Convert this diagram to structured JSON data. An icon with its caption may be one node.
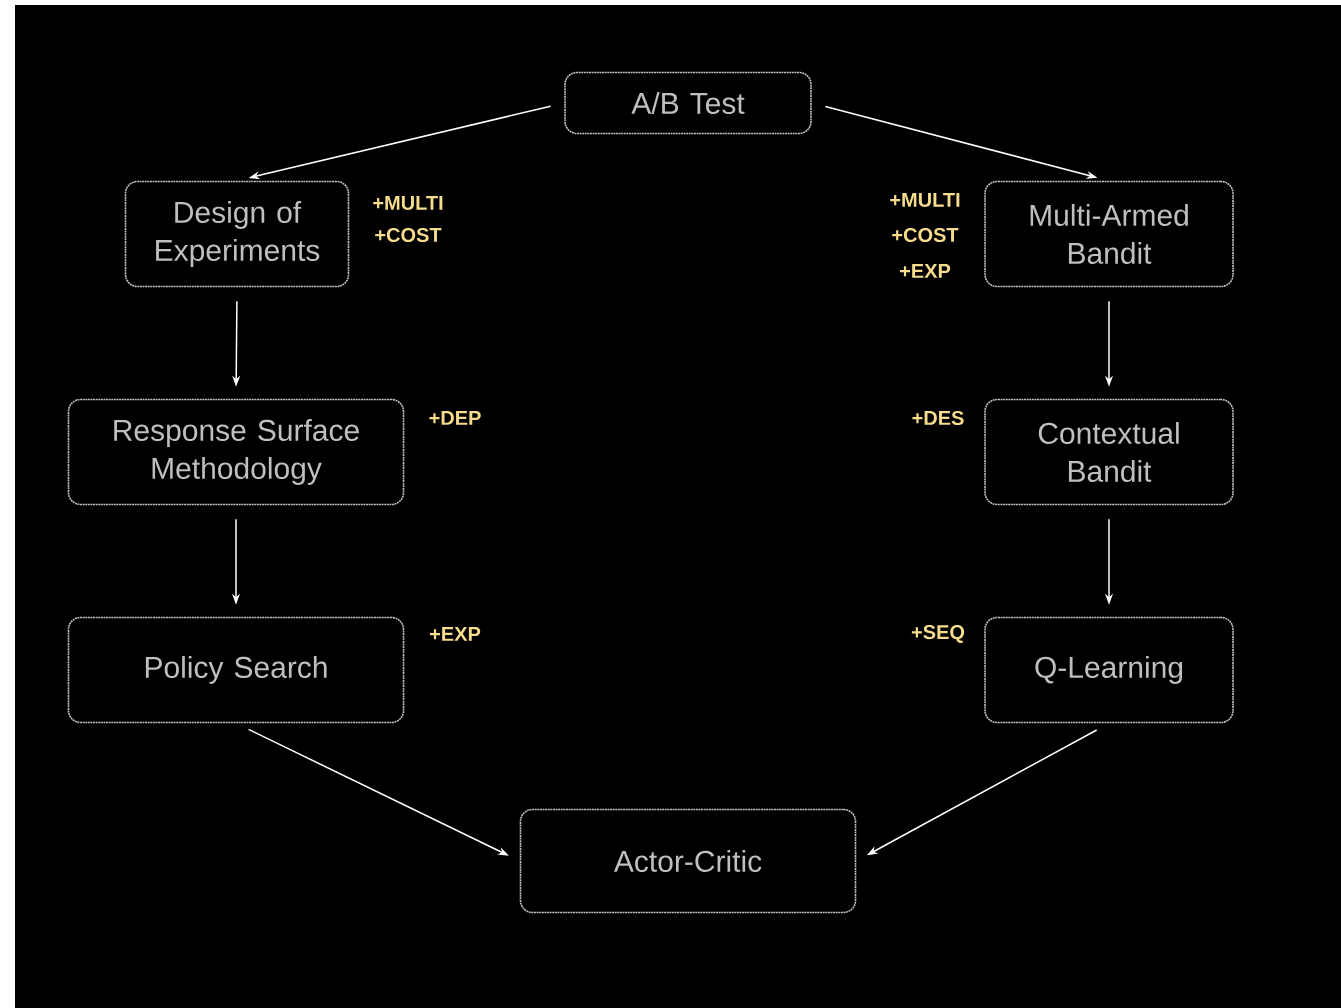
{
  "diagram": {
    "nodes": [
      {
        "text": [
          "A/B Test"
        ]
      },
      {
        "text": [
          "Design of Experiments"
        ],
        "beside": [
          "+MULTI",
          "+COST"
        ]
      },
      {
        "text": [
          "Multi-Armed Bandit"
        ],
        "beside": [
          "+MULTI",
          "+COST",
          "+EXP"
        ]
      },
      {
        "text": [
          "Response Surface Methodology"
        ],
        "beside": [
          "+DEP"
        ]
      },
      {
        "text": [
          "Contextual Bandit"
        ],
        "beside": [
          "+DES"
        ]
      },
      {
        "text": [
          "Policy Search"
        ],
        "beside": [
          "+EXP"
        ]
      },
      {
        "text": [
          "Q-Learning"
        ],
        "beside": [
          "+SEQ"
        ]
      },
      {
        "text": [
          "Actor-Critic"
        ]
      }
    ],
    "edges": [
      {
        "from": 0,
        "to": 1,
        "arrow": "to"
      },
      {
        "from": 0,
        "to": 2,
        "arrow": "to"
      },
      {
        "from": 1,
        "to": 3,
        "arrow": "to"
      },
      {
        "from": 3,
        "to": 5,
        "arrow": "to"
      },
      {
        "from": 2,
        "to": 4,
        "arrow": "to"
      },
      {
        "from": 4,
        "to": 6,
        "arrow": "to"
      },
      {
        "from": 5,
        "to": 7,
        "arrow": "to"
      },
      {
        "from": 6,
        "to": 7,
        "arrow": "to"
      }
    ]
  }
}
